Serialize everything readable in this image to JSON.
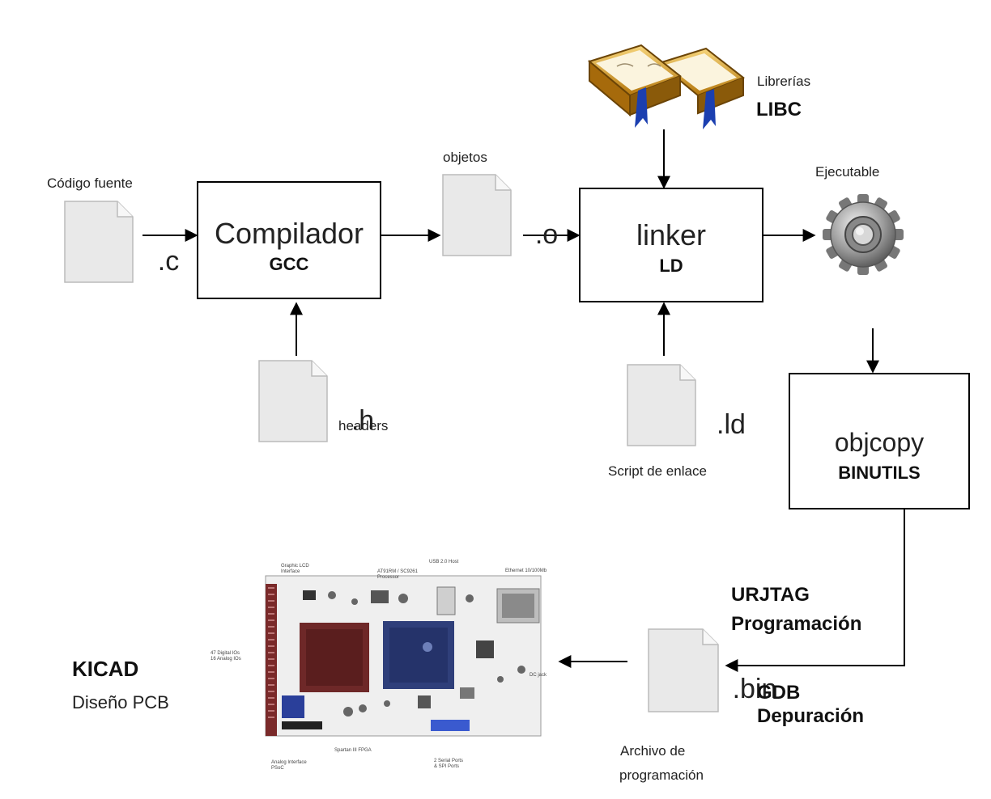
{
  "compiler": {
    "title": "Compilador",
    "tool": "GCC"
  },
  "linker": {
    "title": "linker",
    "tool": "LD"
  },
  "objcopy": {
    "title": "objcopy",
    "tool": "BINUTILS"
  },
  "files": {
    "source": {
      "ext": ".c",
      "caption": "Código fuente"
    },
    "headers": {
      "ext": ".h",
      "caption": "headers"
    },
    "objects": {
      "ext": ".o",
      "caption": "objetos"
    },
    "linker_script": {
      "ext": ".ld",
      "caption": "Script de enlace"
    },
    "binary": {
      "ext": ".bin",
      "caption_line1": "Archivo de",
      "caption_line2": "programación"
    }
  },
  "libraries": {
    "caption": "Librerías",
    "name": "LIBC",
    "icon": "book-icon"
  },
  "executable": {
    "caption": "Ejecutable",
    "icon": "gear-icon"
  },
  "programming": {
    "tool": "URJTAG",
    "label": "Programación"
  },
  "debugging": {
    "tool": "GDB",
    "label": "Depuración"
  },
  "pcb": {
    "tool": "KICAD",
    "label": "Diseño PCB"
  },
  "board_labels": {
    "lcd": "Graphic LCD",
    "lcd2": "Interface",
    "proc": "AT91RM / SC9261",
    "proc2": "Processor",
    "usb": "USB 2.0 Host",
    "eth": "Ethernet 10/100Mb",
    "io": "47 Digital IOs",
    "io2": "16 Analog IOs",
    "analog": "Analog Interface",
    "analog2": "PSoC",
    "fpga": "Spartan III FPGA",
    "serial": "2 Serial Ports",
    "serial2": "& SPI Ports",
    "dc": "DC jack"
  }
}
